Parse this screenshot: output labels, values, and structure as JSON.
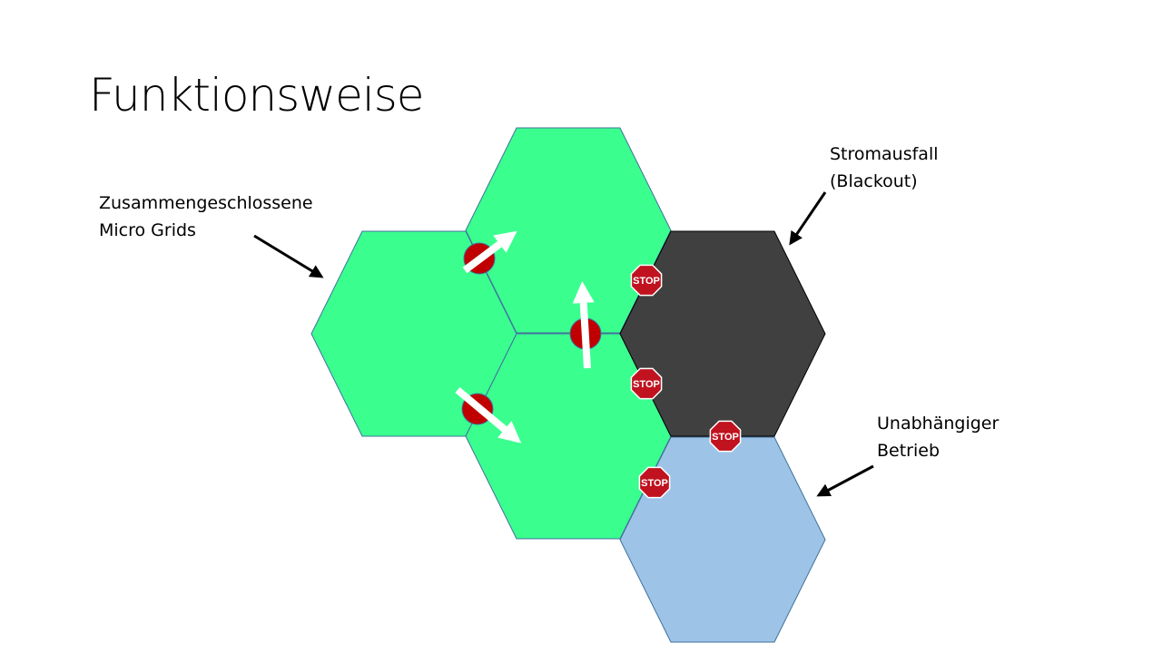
{
  "title": "Funktionsweise",
  "labels": {
    "micro_grids": [
      "Zusammengeschlossene",
      "Micro Grids"
    ],
    "blackout": [
      "Stromausfall",
      "(Blackout)"
    ],
    "independent": [
      "Unabhängiger",
      "Betrieb"
    ]
  },
  "stop_sign_text": "STOP",
  "colors": {
    "grid_green": "#3AFF8F",
    "blackout_grey": "#404040",
    "independent_blue": "#9DC3E6",
    "connector_red": "#C00000",
    "stop_red": "#C0121F"
  }
}
